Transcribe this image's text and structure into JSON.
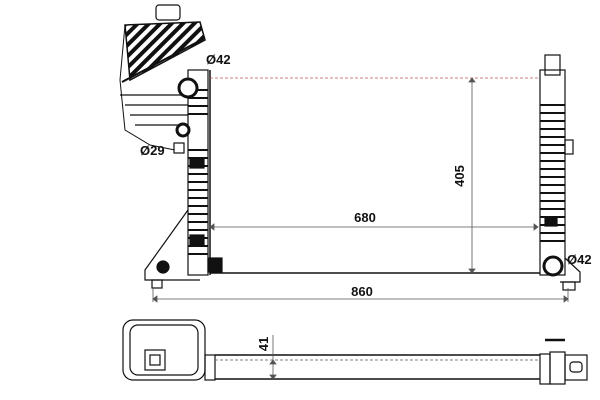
{
  "drawing": {
    "title": "Radiator technical drawing",
    "line_color": "#111111",
    "dim_line_color": "#555555",
    "background": "#ffffff"
  },
  "labels": {
    "inlet_top_diameter": "Ø42",
    "tank_port_diameter": "Ø29",
    "outlet_bottom_diameter": "Ø42",
    "core_height": "405",
    "core_width": "680",
    "overall_width": "860",
    "core_depth": "41"
  }
}
